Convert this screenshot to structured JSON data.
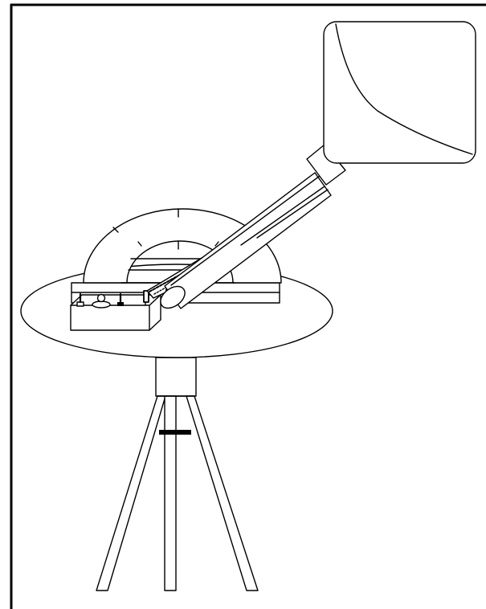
{
  "diagram": {
    "colors": {
      "background": "#ffffff",
      "stroke": "#000000"
    },
    "components": [
      "projector-screen",
      "projector-tube",
      "lens-barrel",
      "protractor-scale",
      "base-rail",
      "control-box",
      "round-table",
      "tripod-stand"
    ]
  }
}
